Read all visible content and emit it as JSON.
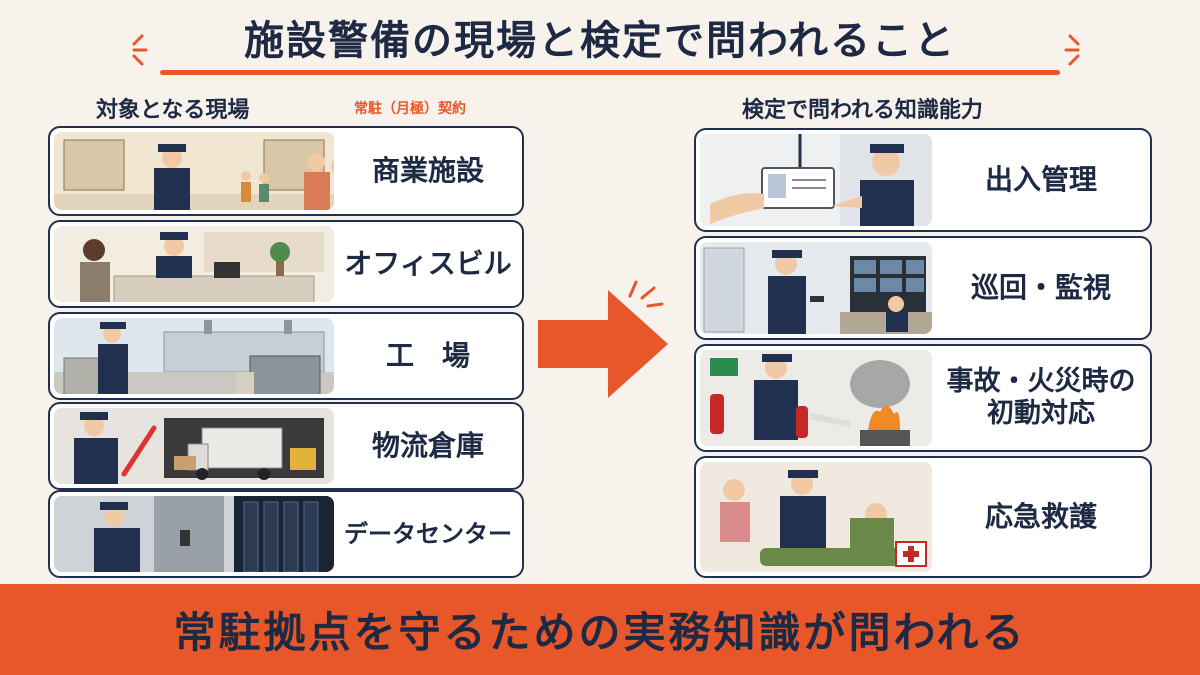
{
  "title": "施設警備の現場と検定で問われること",
  "left_column": {
    "header": "対象となる現場",
    "sub": "常駐（月極）契約",
    "items": [
      {
        "label": "商業施設",
        "icon": "shopping-mall-guard-icon"
      },
      {
        "label": "オフィスビル",
        "icon": "office-reception-guard-icon"
      },
      {
        "label": "工　場",
        "icon": "factory-gate-guard-icon"
      },
      {
        "label": "物流倉庫",
        "icon": "warehouse-truck-guard-icon"
      },
      {
        "label": "データセンター",
        "icon": "data-center-guard-icon"
      }
    ]
  },
  "right_column": {
    "header": "検定で問われる知識能力",
    "items": [
      {
        "label": "出入管理",
        "icon": "id-badge-check-icon"
      },
      {
        "label": "巡回・監視",
        "icon": "patrol-monitor-icon"
      },
      {
        "label_line1": "事故・火災時の",
        "label_line2": "初動対応",
        "icon": "fire-extinguisher-icon"
      },
      {
        "label": "応急救護",
        "icon": "first-aid-icon"
      }
    ]
  },
  "arrow_icon": "right-arrow-icon",
  "bottom_banner": "常駐拠点を守るための実務知識が問われる",
  "colors": {
    "accent": "#e8572a",
    "navy": "#1e2a44",
    "background": "#f7f3ec"
  }
}
